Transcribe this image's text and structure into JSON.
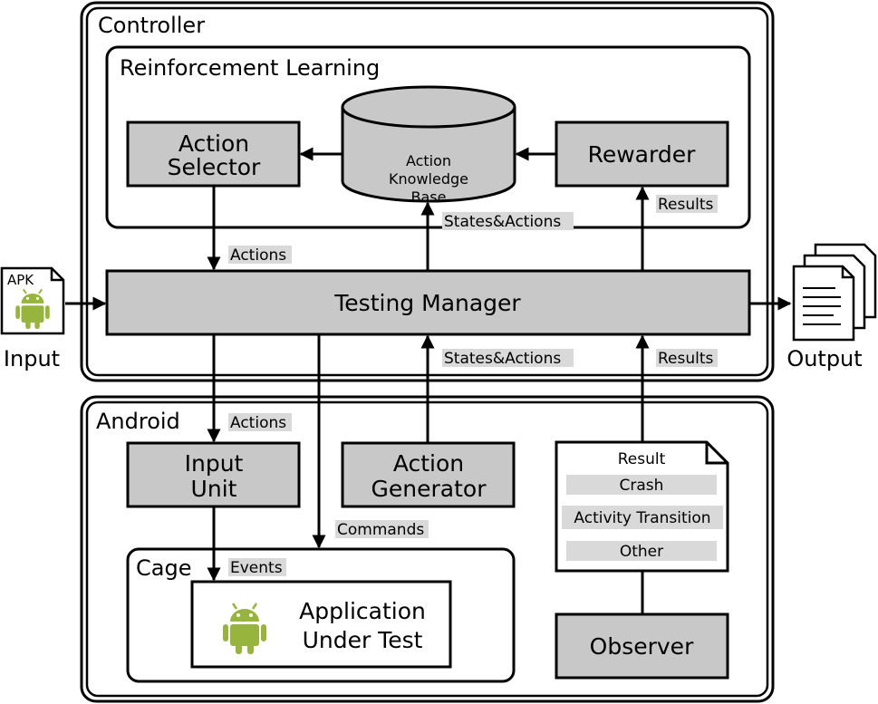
{
  "controller": {
    "title": "Controller",
    "reinforcement_learning": {
      "title": "Reinforcement Learning",
      "action_selector": [
        "Action",
        "Selector"
      ],
      "knowledge_base": [
        "Action",
        "Knowledge",
        "Base"
      ],
      "rewarder": "Rewarder"
    },
    "testing_manager": "Testing Manager"
  },
  "android": {
    "title": "Android",
    "input_unit": [
      "Input",
      "Unit"
    ],
    "action_generator": [
      "Action",
      "Generator"
    ],
    "cage": {
      "title": "Cage",
      "app": [
        "Application",
        "Under Test"
      ]
    },
    "result_doc": {
      "title": "Result",
      "items": [
        "Crash",
        "Activity Transition",
        "Other"
      ]
    },
    "observer": "Observer"
  },
  "io": {
    "apk_label": "APK",
    "input_label": "Input",
    "output_label": "Output"
  },
  "edge_labels": {
    "actions_top": "Actions",
    "states_actions_top": "States&Actions",
    "results_top": "Results",
    "states_actions_bottom": "States&Actions",
    "results_bottom": "Results",
    "actions_bottom": "Actions",
    "commands": "Commands",
    "events": "Events"
  },
  "colors": {
    "box_fill": "#c8c8c8",
    "label_fill": "#d9d9d9",
    "android_green": "#97b53c"
  }
}
